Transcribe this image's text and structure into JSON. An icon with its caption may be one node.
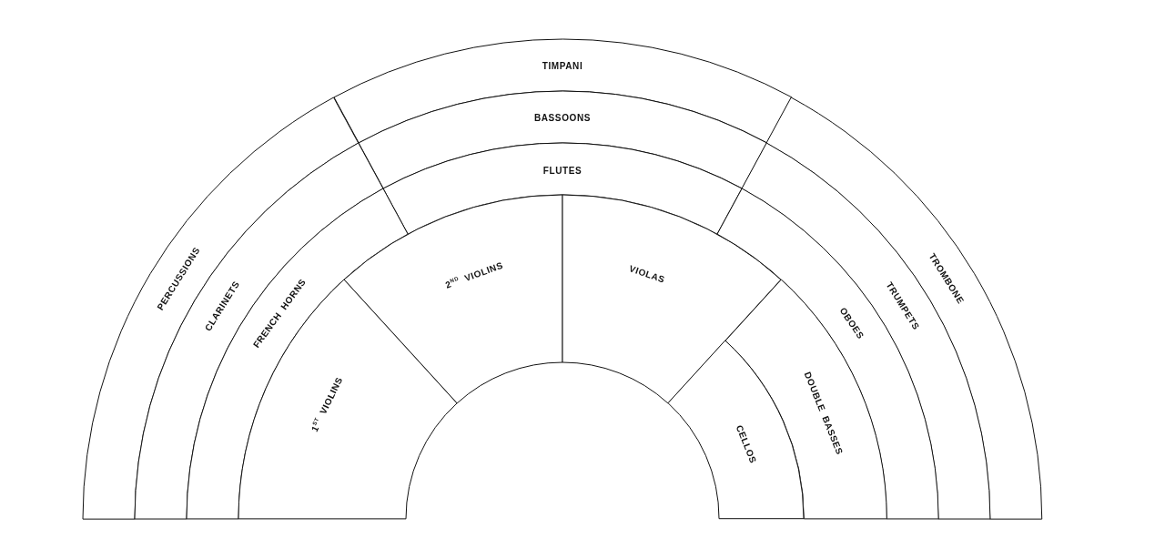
{
  "diagram": {
    "nodes": [
      {
        "text": [
          "TIMPANI"
        ]
      },
      {
        "text": [
          "BASSOONS"
        ]
      },
      {
        "text": [
          "FLUTES"
        ]
      },
      {
        "text": [
          "PERCUSSIONS"
        ]
      },
      {
        "text": [
          "CLARINETS"
        ]
      },
      {
        "text": [
          "FRENCH HORNS"
        ]
      },
      {
        "text": [
          "2$^{ND}$ VIOLINS"
        ]
      },
      {
        "text": [
          "VIOLAS"
        ]
      },
      {
        "text": [
          "TROMBONE"
        ]
      },
      {
        "text": [
          "TRUMPETS"
        ]
      },
      {
        "text": [
          "OBOES"
        ]
      },
      {
        "text": [
          "1$^{ST}$ VIOLINS"
        ]
      },
      {
        "text": [
          "DOUBLE BASSES"
        ]
      },
      {
        "text": [
          "CELLOS"
        ]
      }
    ]
  }
}
